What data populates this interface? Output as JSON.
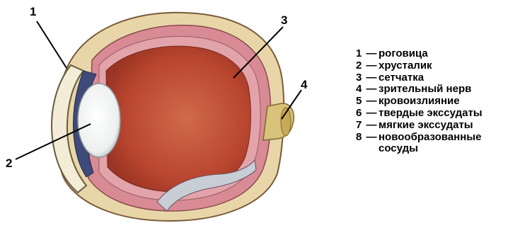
{
  "labels": [
    "1",
    "2",
    "3",
    "4"
  ],
  "legend": [
    {
      "num": "1",
      "dash": "—",
      "text": "роговица"
    },
    {
      "num": "2",
      "dash": "—",
      "text": "хрусталик"
    },
    {
      "num": "3",
      "dash": "—",
      "text": "сетчатка"
    },
    {
      "num": "4",
      "dash": "—",
      "text": "зрительный нерв"
    },
    {
      "num": "5",
      "dash": "—",
      "text": "кровоизлияние"
    },
    {
      "num": "6",
      "dash": "—",
      "text": "твердые экссудаты"
    },
    {
      "num": "7",
      "dash": "—",
      "text": "мягкие экссудаты"
    },
    {
      "num": "8",
      "dash": "—",
      "text": "новообразованные"
    }
  ],
  "legend_continuation": "сосуды"
}
